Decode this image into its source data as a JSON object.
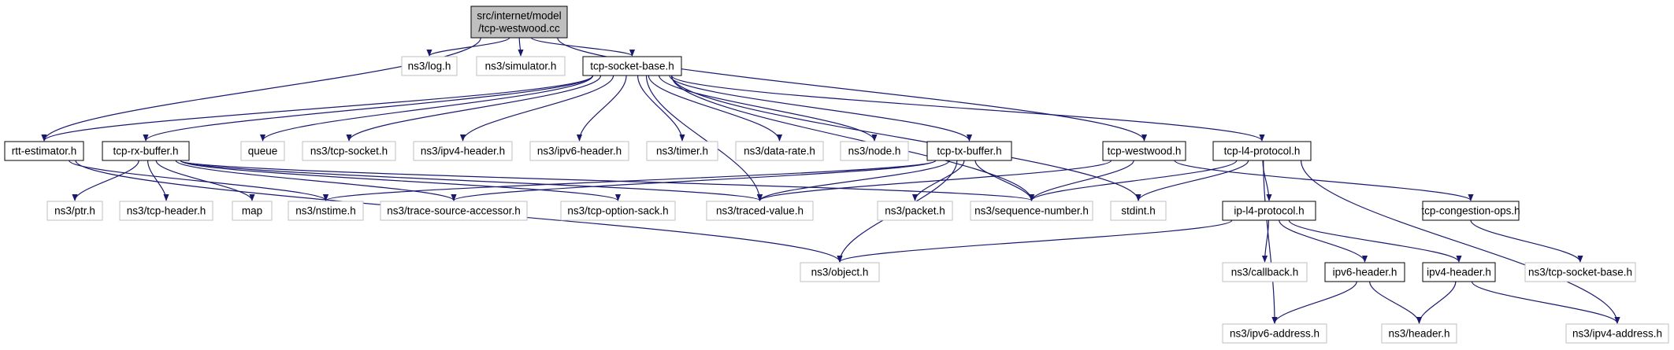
{
  "graph": {
    "colors": {
      "edge": "#191970",
      "root_fill": "#bfbfbf",
      "box_border": "#000000",
      "box_border_external": "#bfbfbf",
      "text": "#000000"
    },
    "nodes": [
      {
        "id": "root",
        "lines": [
          "src/internet/model",
          "/tcp-westwood.cc"
        ],
        "kind": "root"
      },
      {
        "id": "log",
        "lines": [
          "ns3/log.h"
        ],
        "kind": "external"
      },
      {
        "id": "simulator",
        "lines": [
          "ns3/simulator.h"
        ],
        "kind": "external"
      },
      {
        "id": "tcpsocketbase",
        "lines": [
          "tcp-socket-base.h"
        ],
        "kind": "local"
      },
      {
        "id": "rtt",
        "lines": [
          "rtt-estimator.h"
        ],
        "kind": "local"
      },
      {
        "id": "rxbuf",
        "lines": [
          "tcp-rx-buffer.h"
        ],
        "kind": "local"
      },
      {
        "id": "queue",
        "lines": [
          "queue"
        ],
        "kind": "external"
      },
      {
        "id": "tcpsocket",
        "lines": [
          "ns3/tcp-socket.h"
        ],
        "kind": "external"
      },
      {
        "id": "ipv4hdr3",
        "lines": [
          "ns3/ipv4-header.h"
        ],
        "kind": "external"
      },
      {
        "id": "ipv6hdr3",
        "lines": [
          "ns3/ipv6-header.h"
        ],
        "kind": "external"
      },
      {
        "id": "timer",
        "lines": [
          "ns3/timer.h"
        ],
        "kind": "external"
      },
      {
        "id": "datarate",
        "lines": [
          "ns3/data-rate.h"
        ],
        "kind": "external"
      },
      {
        "id": "node",
        "lines": [
          "ns3/node.h"
        ],
        "kind": "external"
      },
      {
        "id": "txbuf",
        "lines": [
          "tcp-tx-buffer.h"
        ],
        "kind": "local"
      },
      {
        "id": "westwood",
        "lines": [
          "tcp-westwood.h"
        ],
        "kind": "local"
      },
      {
        "id": "l4",
        "lines": [
          "tcp-l4-protocol.h"
        ],
        "kind": "local"
      },
      {
        "id": "ptr",
        "lines": [
          "ns3/ptr.h"
        ],
        "kind": "external"
      },
      {
        "id": "tcpheader",
        "lines": [
          "ns3/tcp-header.h"
        ],
        "kind": "external"
      },
      {
        "id": "map",
        "lines": [
          "map"
        ],
        "kind": "external"
      },
      {
        "id": "nstime",
        "lines": [
          "ns3/nstime.h"
        ],
        "kind": "external"
      },
      {
        "id": "trace",
        "lines": [
          "ns3/trace-source-accessor.h"
        ],
        "kind": "external"
      },
      {
        "id": "sack",
        "lines": [
          "ns3/tcp-option-sack.h"
        ],
        "kind": "external"
      },
      {
        "id": "traced",
        "lines": [
          "ns3/traced-value.h"
        ],
        "kind": "external"
      },
      {
        "id": "packet",
        "lines": [
          "ns3/packet.h"
        ],
        "kind": "external"
      },
      {
        "id": "seq",
        "lines": [
          "ns3/sequence-number.h"
        ],
        "kind": "external"
      },
      {
        "id": "stdint",
        "lines": [
          "stdint.h"
        ],
        "kind": "external"
      },
      {
        "id": "ipl4",
        "lines": [
          "ip-l4-protocol.h"
        ],
        "kind": "local"
      },
      {
        "id": "congops",
        "lines": [
          "tcp-congestion-ops.h"
        ],
        "kind": "local"
      },
      {
        "id": "object",
        "lines": [
          "ns3/object.h"
        ],
        "kind": "external"
      },
      {
        "id": "callback",
        "lines": [
          "ns3/callback.h"
        ],
        "kind": "external"
      },
      {
        "id": "ipv6hdr",
        "lines": [
          "ipv6-header.h"
        ],
        "kind": "local"
      },
      {
        "id": "ipv4hdr",
        "lines": [
          "ipv4-header.h"
        ],
        "kind": "local"
      },
      {
        "id": "tcpsocketbase3",
        "lines": [
          "ns3/tcp-socket-base.h"
        ],
        "kind": "external"
      },
      {
        "id": "ipv6addr",
        "lines": [
          "ns3/ipv6-address.h"
        ],
        "kind": "external"
      },
      {
        "id": "header",
        "lines": [
          "ns3/header.h"
        ],
        "kind": "external"
      },
      {
        "id": "ipv4addr",
        "lines": [
          "ns3/ipv4-address.h"
        ],
        "kind": "external"
      }
    ],
    "edges": [
      [
        "root",
        "log"
      ],
      [
        "root",
        "simulator"
      ],
      [
        "root",
        "tcpsocketbase"
      ],
      [
        "root",
        "rtt"
      ],
      [
        "root",
        "westwood"
      ],
      [
        "tcpsocketbase",
        "rtt"
      ],
      [
        "tcpsocketbase",
        "rxbuf"
      ],
      [
        "tcpsocketbase",
        "queue"
      ],
      [
        "tcpsocketbase",
        "tcpsocket"
      ],
      [
        "tcpsocketbase",
        "ipv4hdr3"
      ],
      [
        "tcpsocketbase",
        "ipv6hdr3"
      ],
      [
        "tcpsocketbase",
        "timer"
      ],
      [
        "tcpsocketbase",
        "datarate"
      ],
      [
        "tcpsocketbase",
        "node"
      ],
      [
        "tcpsocketbase",
        "txbuf"
      ],
      [
        "tcpsocketbase",
        "l4"
      ],
      [
        "tcpsocketbase",
        "seq"
      ],
      [
        "tcpsocketbase",
        "stdint"
      ],
      [
        "tcpsocketbase",
        "traced"
      ],
      [
        "rtt",
        "nstime"
      ],
      [
        "rtt",
        "object"
      ],
      [
        "rxbuf",
        "ptr"
      ],
      [
        "rxbuf",
        "tcpheader"
      ],
      [
        "rxbuf",
        "map"
      ],
      [
        "rxbuf",
        "trace"
      ],
      [
        "rxbuf",
        "sack"
      ],
      [
        "rxbuf",
        "traced"
      ],
      [
        "rxbuf",
        "seq"
      ],
      [
        "txbuf",
        "nstime"
      ],
      [
        "txbuf",
        "trace"
      ],
      [
        "txbuf",
        "traced"
      ],
      [
        "txbuf",
        "packet"
      ],
      [
        "txbuf",
        "seq"
      ],
      [
        "txbuf",
        "object"
      ],
      [
        "westwood",
        "traced"
      ],
      [
        "westwood",
        "seq"
      ],
      [
        "westwood",
        "congops"
      ],
      [
        "l4",
        "seq"
      ],
      [
        "l4",
        "stdint"
      ],
      [
        "l4",
        "ipl4"
      ],
      [
        "l4",
        "ipv6addr"
      ],
      [
        "l4",
        "ipv4addr"
      ],
      [
        "ipl4",
        "object"
      ],
      [
        "ipl4",
        "callback"
      ],
      [
        "ipl4",
        "ipv6hdr"
      ],
      [
        "ipl4",
        "ipv4hdr"
      ],
      [
        "congops",
        "tcpsocketbase3"
      ],
      [
        "ipv6hdr",
        "ipv6addr"
      ],
      [
        "ipv6hdr",
        "header"
      ],
      [
        "ipv4hdr",
        "header"
      ],
      [
        "ipv4hdr",
        "ipv4addr"
      ]
    ]
  }
}
